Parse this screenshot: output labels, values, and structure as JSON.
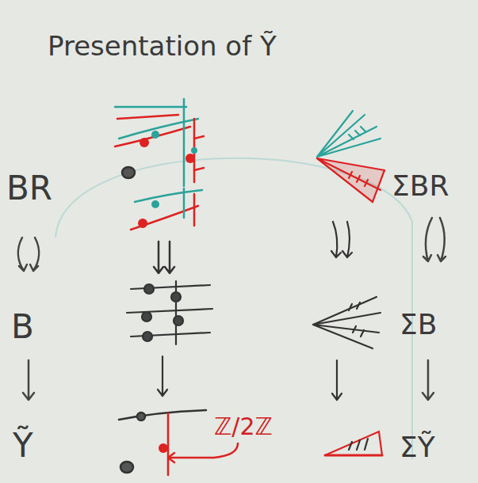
{
  "diagram": {
    "title": "Presentation of Ỹ",
    "labels": [
      "BR",
      "B",
      "Ỹ",
      "ΣBR",
      "ΣB",
      "ΣỸ",
      "ℤ/2ℤ"
    ]
  }
}
